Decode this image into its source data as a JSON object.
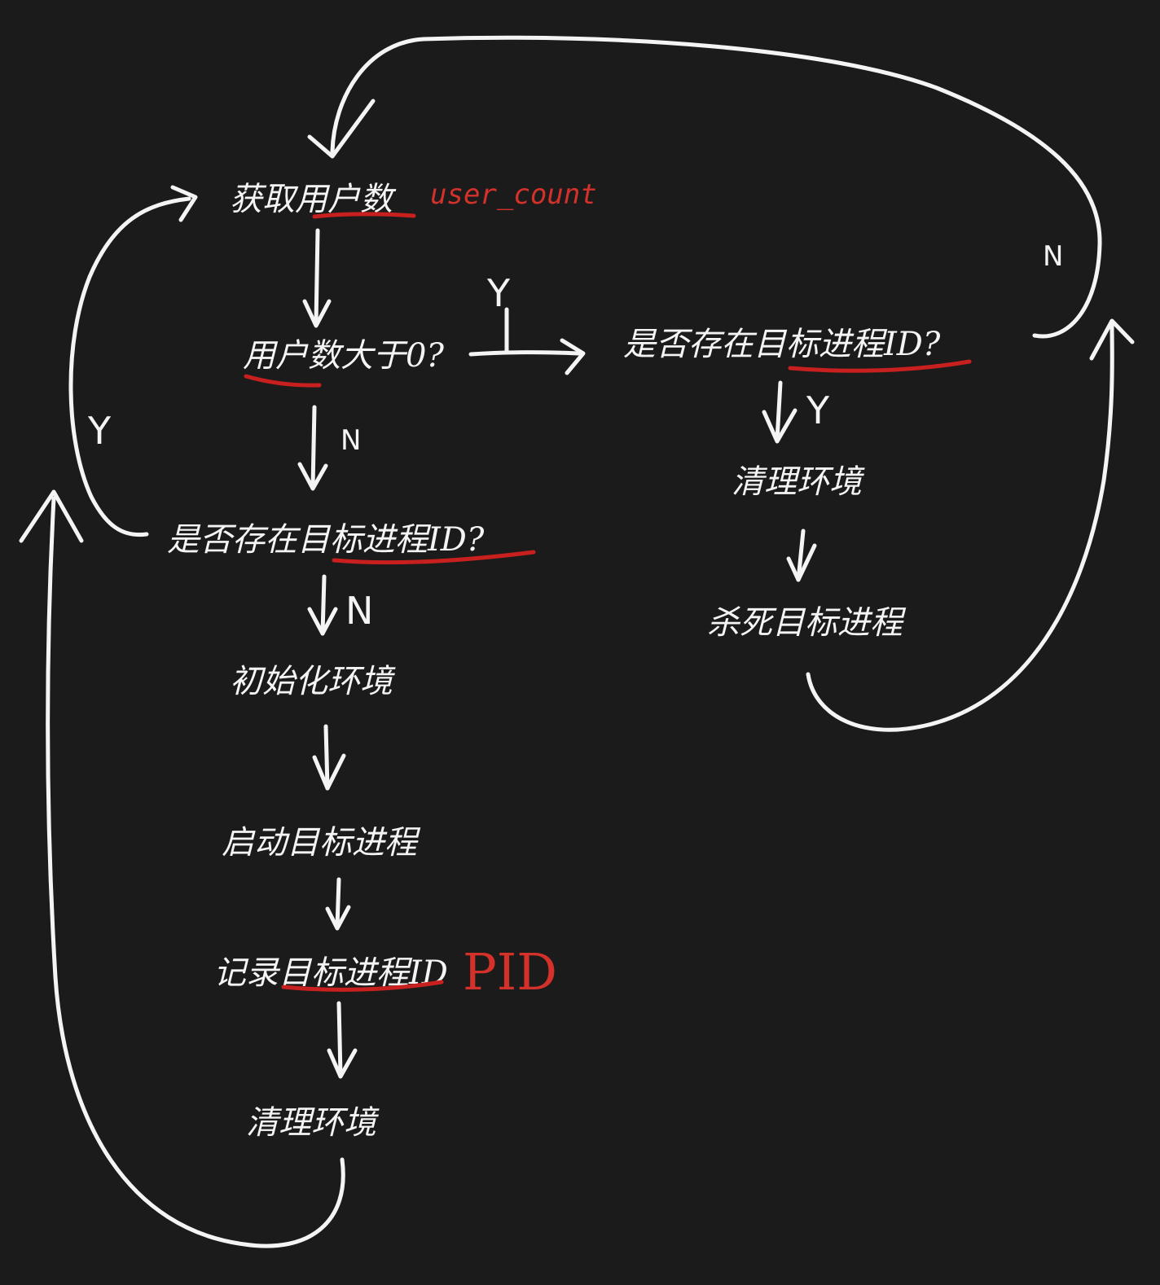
{
  "colors": {
    "background": "#1b1b1b",
    "ink": "#f4f4f4",
    "annotation": "#d4312b"
  },
  "nodes": {
    "get_user_count": "获取用户数",
    "user_count_gt_zero": "用户数大于0?",
    "has_pid_right": "是否存在目标进程ID?",
    "has_pid_left": "是否存在目标进程ID?",
    "init_env": "初始化环境",
    "start_process": "启动目标进程",
    "record_pid": "记录目标进程ID",
    "clean_env_left": "清理环境",
    "clean_env_right": "清理环境",
    "kill_process": "杀死目标进程"
  },
  "annotations": {
    "user_count": "user_count",
    "pid": "PID"
  },
  "edge_labels": {
    "count_yes": "Y",
    "count_no": "N",
    "left_pid_yes": "Y",
    "left_pid_no": "N",
    "right_pid_yes": "Y",
    "right_pid_no": "N"
  }
}
